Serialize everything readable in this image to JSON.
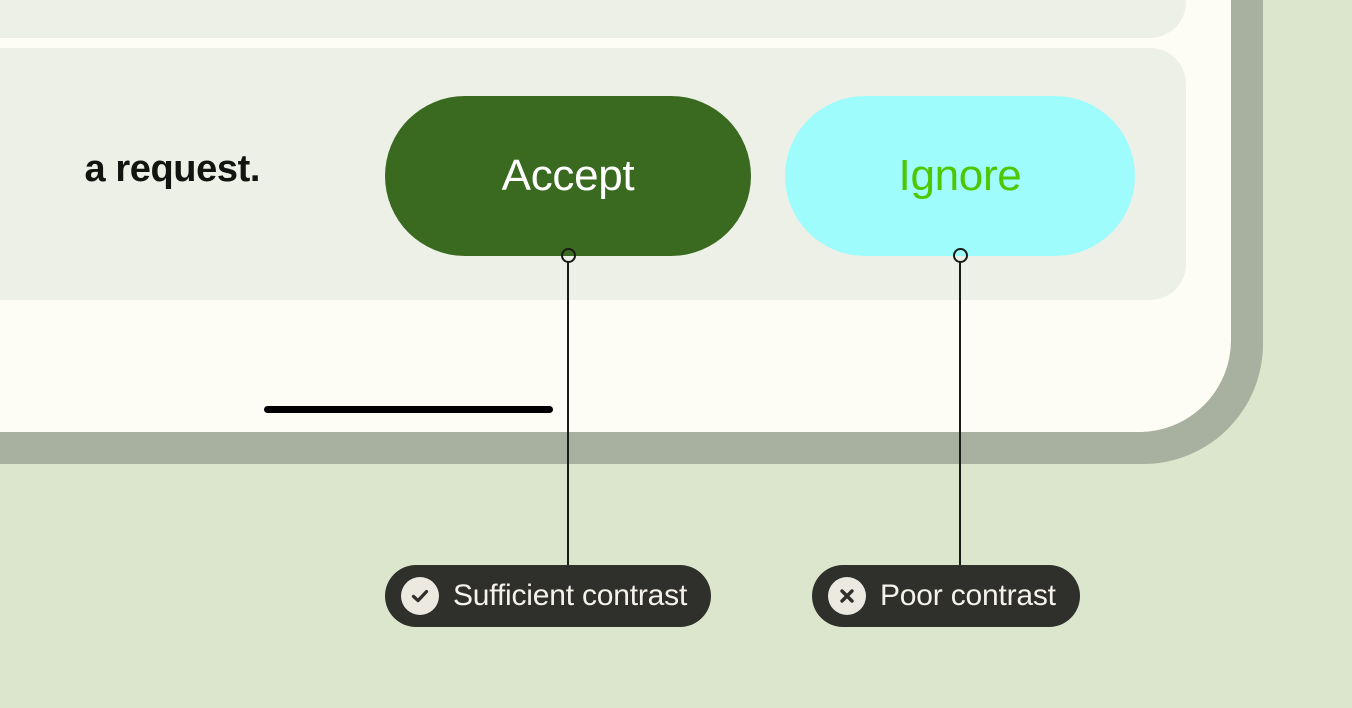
{
  "page": {
    "background_color": "#dce6cc",
    "panel_border_color": "#a8b0a0",
    "panel_color": "#fdfdf5",
    "card_color": "#edf0e7"
  },
  "card": {
    "body_text": "a request."
  },
  "actions": {
    "accept": {
      "label": "Accept",
      "background_color": "#3a6a1f",
      "text_color": "#ffffff"
    },
    "ignore": {
      "label": "Ignore",
      "background_color": "#9ffcfc",
      "text_color": "#4cc800"
    }
  },
  "annotations": [
    {
      "label": "Sufficient contrast",
      "icon": "check-circle-icon",
      "pill_color": "#2f2f2b",
      "badge_color": "#ece9e0",
      "text_color": "#f4f2ea",
      "targets": "accept"
    },
    {
      "label": "Poor contrast",
      "icon": "x-circle-icon",
      "pill_color": "#2f2f2b",
      "badge_color": "#ece9e0",
      "text_color": "#f4f2ea",
      "targets": "ignore"
    }
  ]
}
